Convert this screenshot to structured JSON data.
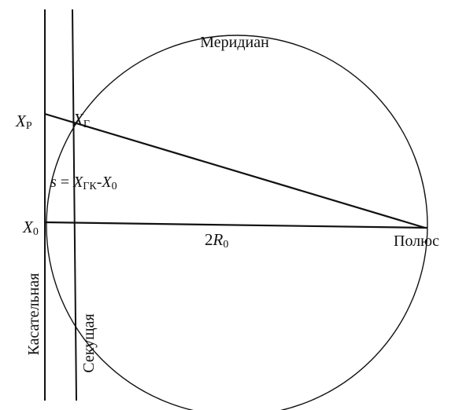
{
  "diagram": {
    "meridian_label": "Меридиан",
    "pole_label": "Полюс",
    "tangent_label": "Касательная",
    "secant_label": "Секущая",
    "x_r": {
      "main": "X",
      "sub": "Р"
    },
    "x_g": {
      "main": "X",
      "sub": "Г"
    },
    "x_0": {
      "main": "X",
      "sub": "0"
    },
    "two_r0": {
      "coef": "2",
      "main": "R",
      "sub": "0"
    },
    "s_formula": {
      "s": "s",
      "eq": " = ",
      "x1": "X",
      "x1_sub": "ГК",
      "minus": "-",
      "x2": "X",
      "x2_sub": "0"
    },
    "colors": {
      "ink": "#111111",
      "background": "#ffffff"
    }
  }
}
